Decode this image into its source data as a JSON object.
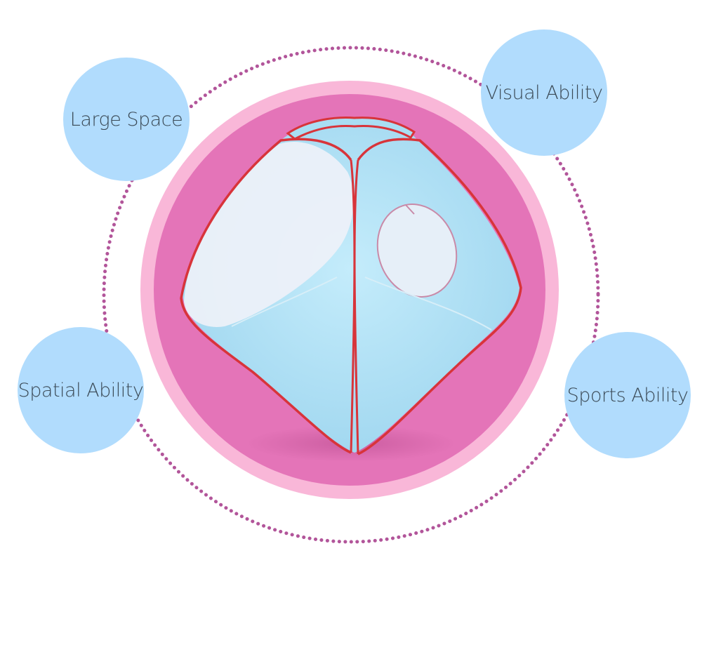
{
  "colors": {
    "bubble_fill": "#b1dcfd",
    "bubble_text": "#3b4a56",
    "dotted_ring": "#b2559a",
    "outer_pink": "#f9b7d8",
    "inner_pink": "#e474b8",
    "tent_blue": "#b7e4f5",
    "tent_white": "#eef1f8",
    "tent_edge": "#d8343a"
  },
  "features": {
    "large_space": "Large Space",
    "visual_ability": "Visual Ability",
    "spatial_ability": "Spatial Ability",
    "sports_ability": "Sports Ability"
  },
  "product": {
    "icon": "pop-up-tent-top-view-icon"
  }
}
